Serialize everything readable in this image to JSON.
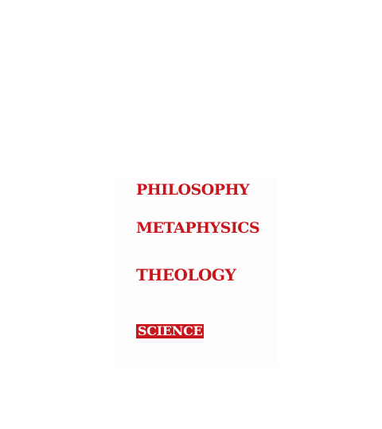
{
  "words": [
    {
      "text": "PHILOSOPHY",
      "style": "plain"
    },
    {
      "text": "METAPHYSICS",
      "style": "plain"
    },
    {
      "text": "THEOLOGY",
      "style": "plain"
    },
    {
      "text": "SCIENCE",
      "style": "highlighted"
    }
  ],
  "colors": {
    "accent": "#c8161d",
    "background": "#ffffff",
    "highlight_text": "#ffffff"
  }
}
